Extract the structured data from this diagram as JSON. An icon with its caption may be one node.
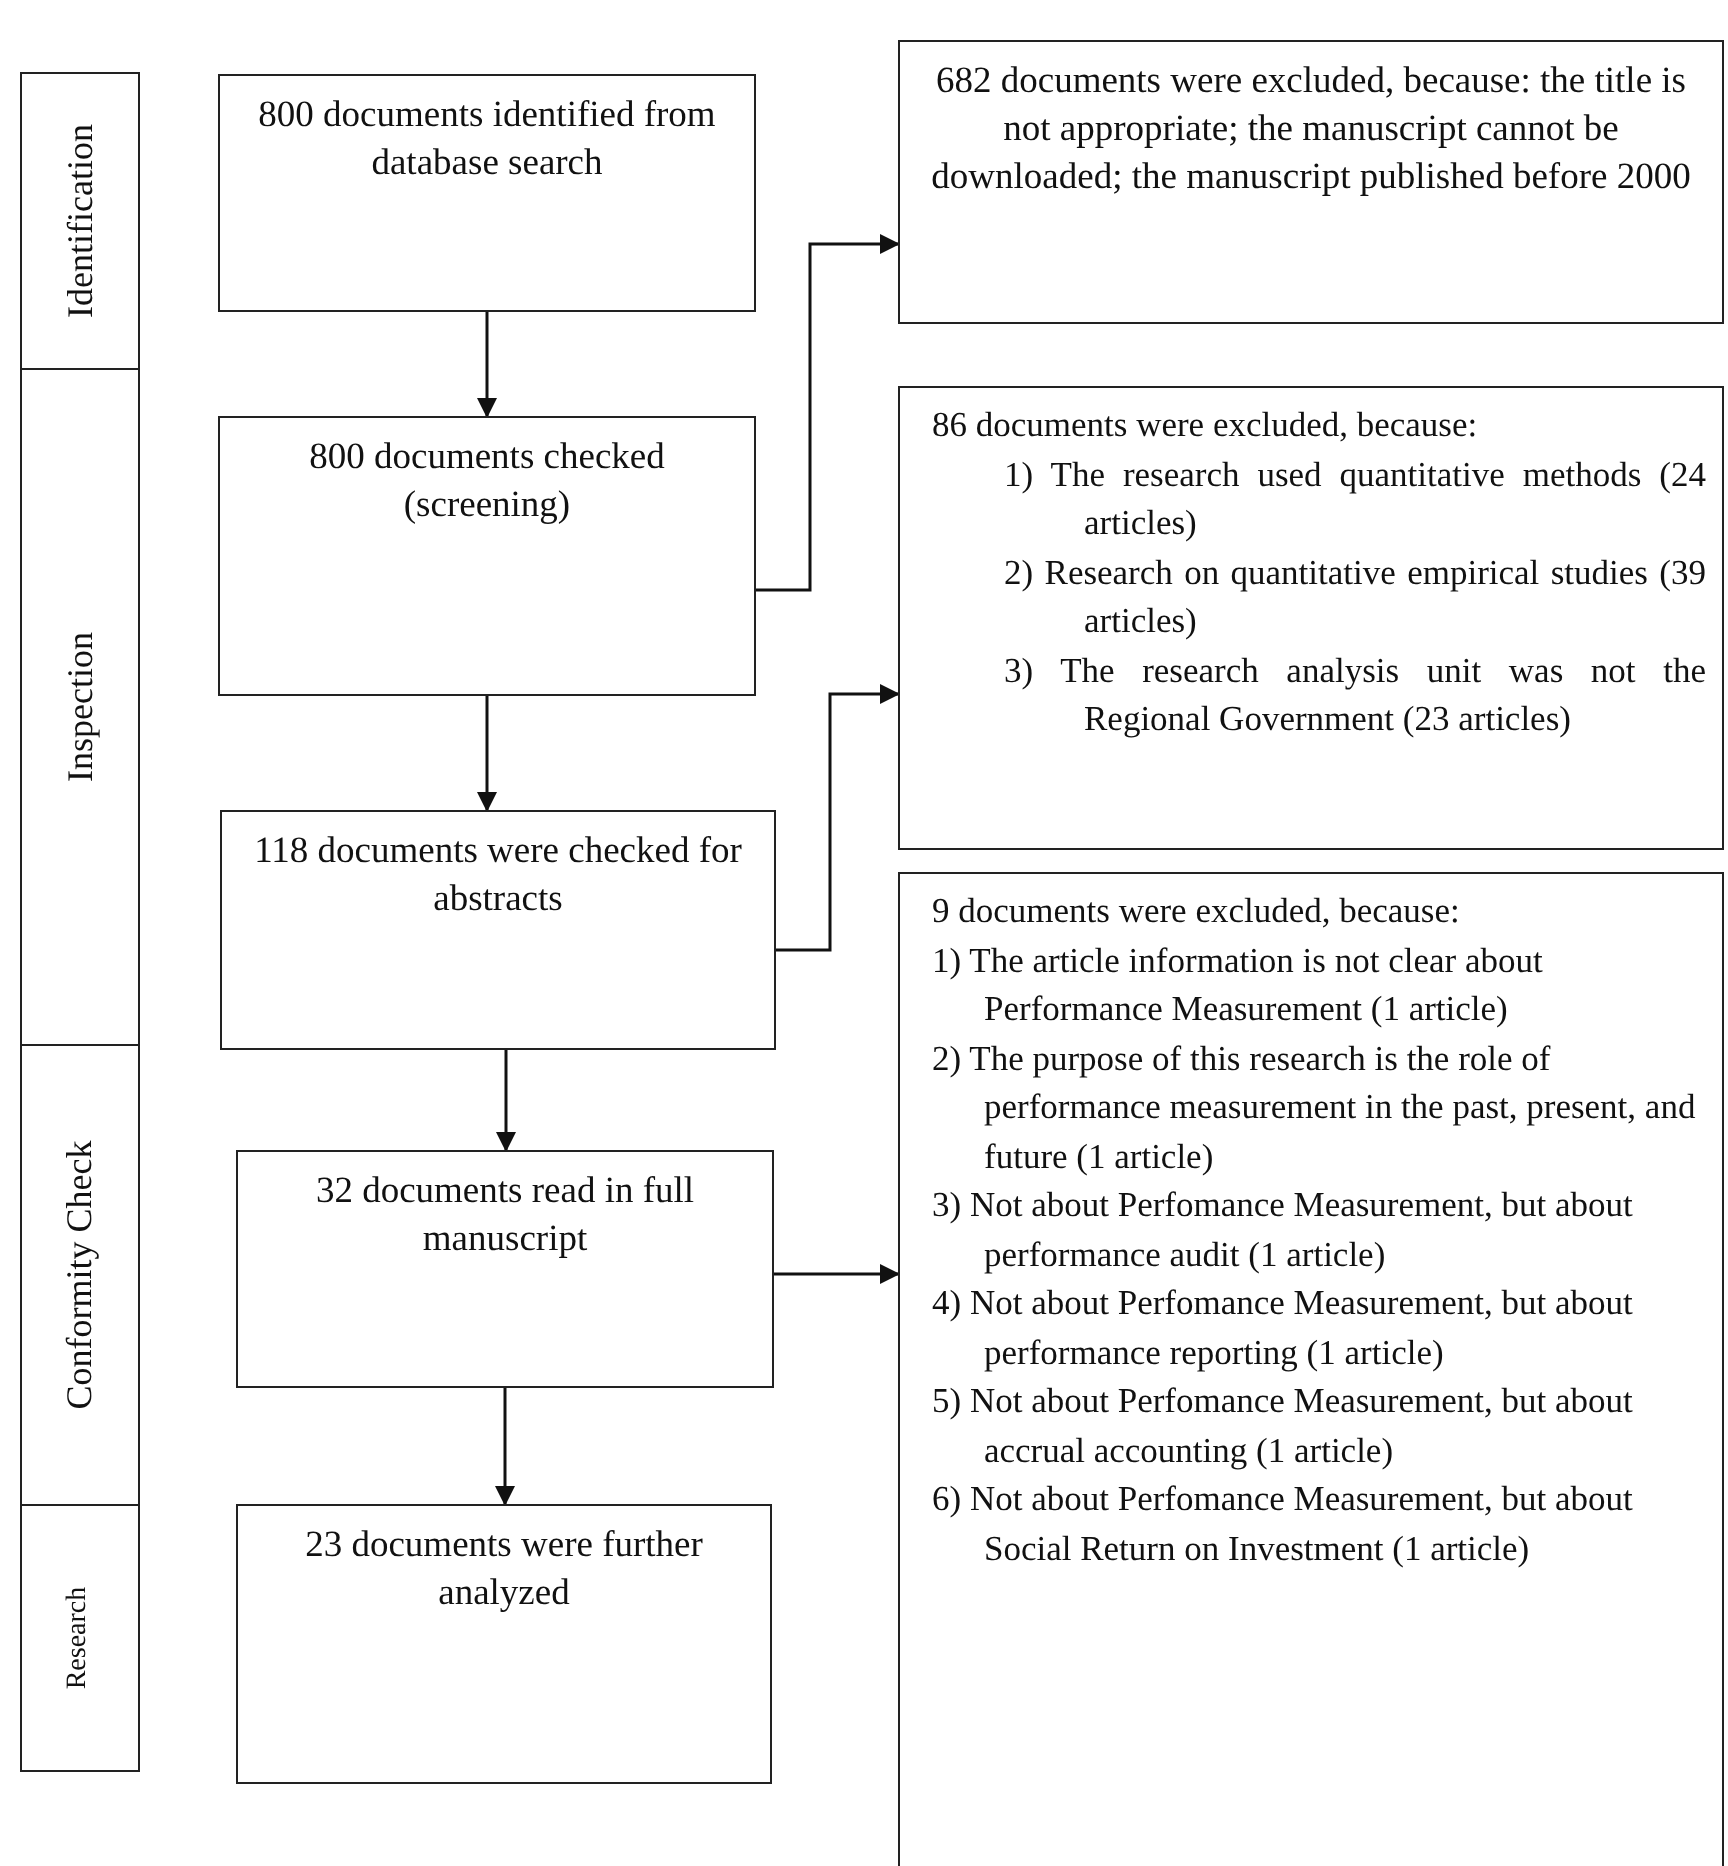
{
  "diagram": {
    "nodes": [
      {
        "text": [
          "Identification"
        ]
      },
      {
        "text": [
          "Inspection"
        ]
      },
      {
        "text": [
          "Conformity Check"
        ]
      },
      {
        "text": [
          "Research"
        ]
      },
      {
        "text": [
          "800 documents identified from database search"
        ]
      },
      {
        "text": [
          "800 documents checked (screening)"
        ]
      },
      {
        "text": [
          "118 documents were checked for abstracts"
        ]
      },
      {
        "text": [
          "32 documents read in full manuscript"
        ]
      },
      {
        "text": [
          "23 documents were further analyzed"
        ]
      },
      {
        "text": [
          "682 documents were excluded, because: the title is not appropriate; the manuscript cannot be downloaded; the manuscript published before 2000"
        ]
      },
      {
        "text": [
          "86 documents were excluded, because:",
          "1) The research used quantitative methods (24 articles)",
          "2) Research on quantitative empirical studies (39 articles)",
          "3) The research analysis unit was not the Regional Government (23 articles)"
        ]
      },
      {
        "text": [
          "9 documents were excluded, because:",
          "1) The article information is not clear about Performance Measurement (1 article)",
          "2) The purpose of this research is the role of performance measurement in the past, present, and future (1 article)",
          "3) Not about Perfomance Measurement, but about performance audit (1 article)",
          "4) Not about Perfomance Measurement, but about performance reporting (1 article)",
          "5) Not about Perfomance Measurement, but about accrual accounting (1 article)",
          "6) Not about Perfomance Measurement, but about Social Return on Investment (1 article)"
        ]
      }
    ],
    "edges": [
      {
        "from": 4,
        "to": 5,
        "arrow": "to"
      },
      {
        "from": 5,
        "to": 6,
        "arrow": "to"
      },
      {
        "from": 6,
        "to": 7,
        "arrow": "to"
      },
      {
        "from": 7,
        "to": 8,
        "arrow": "to"
      },
      {
        "from": 5,
        "to": 9,
        "arrow": "to"
      },
      {
        "from": 6,
        "to": 10,
        "arrow": "to"
      },
      {
        "from": 7,
        "to": 11,
        "arrow": "to"
      }
    ]
  }
}
